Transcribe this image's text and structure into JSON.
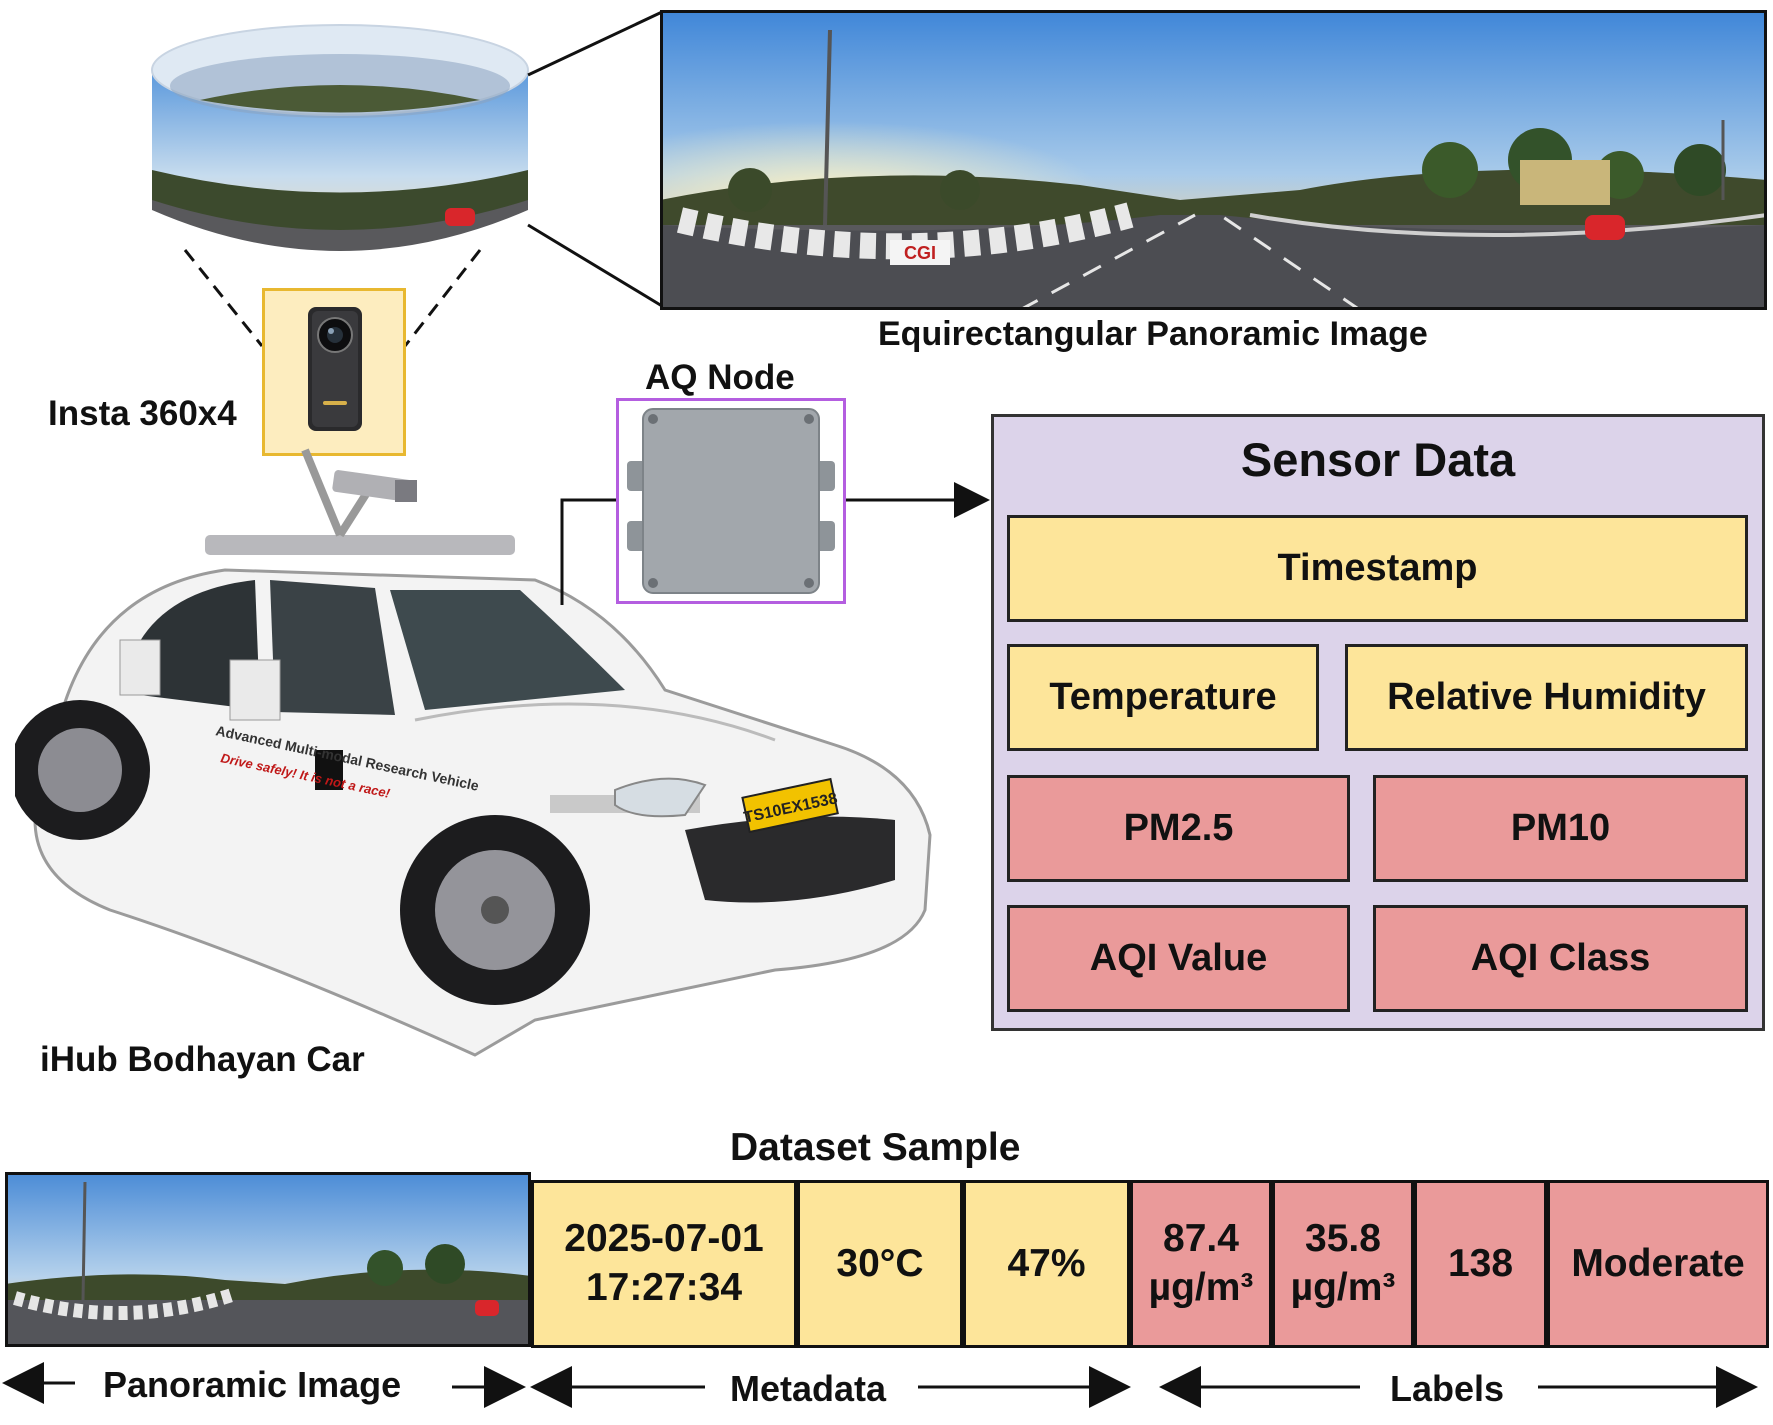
{
  "labels": {
    "panorama_caption": "Equirectangular Panoramic Image",
    "camera": "Insta 360x4",
    "aq_node": "AQ Node",
    "car": "iHub Bodhayan Car",
    "dataset_title": "Dataset Sample"
  },
  "sensor_data": {
    "title": "Sensor Data",
    "timestamp": "Timestamp",
    "temperature": "Temperature",
    "humidity": "Relative Humidity",
    "pm25": "PM2.5",
    "pm10": "PM10",
    "aqi_value": "AQI Value",
    "aqi_class": "AQI Class"
  },
  "sample": {
    "date": "2025-07-01",
    "time": "17:27:34",
    "temperature": "30°C",
    "humidity": "47%",
    "pm25_value": "87.4",
    "pm25_unit": "µg/m³",
    "pm10_value": "35.8",
    "pm10_unit": "µg/m³",
    "aqi": "138",
    "aqi_class": "Moderate"
  },
  "footer": {
    "panoramic": "Panoramic Image",
    "metadata": "Metadata",
    "labels": "Labels"
  },
  "car_text": {
    "banner": "Advanced Multi-modal Research Vehicle",
    "slogan": "Drive safely! It is not a race!",
    "plate": "TS10EX1538"
  },
  "colors": {
    "yellow": "#fde59a",
    "red": "#ea9a9a",
    "sensor_panel": "#dcd3ea",
    "aq_border": "#b45ee0",
    "camera_border": "#e8b830"
  }
}
